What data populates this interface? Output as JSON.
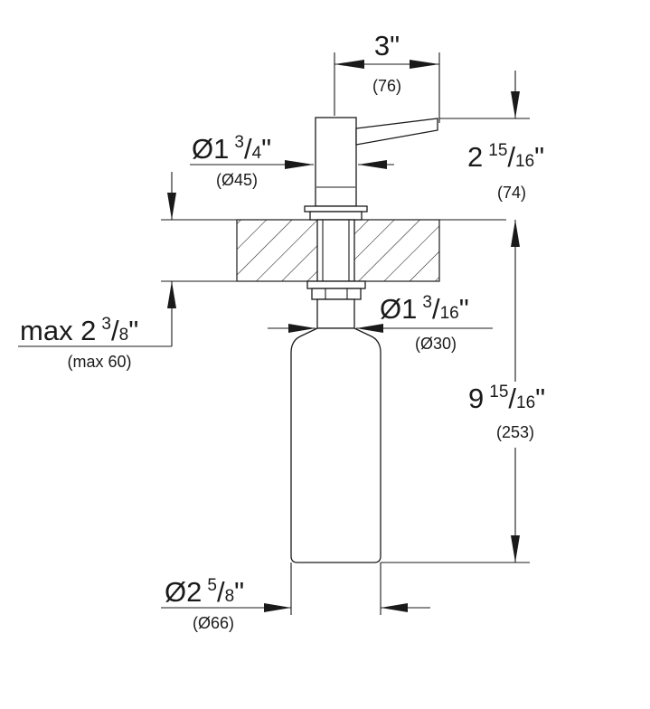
{
  "dimensions": {
    "spout_width": {
      "whole": "3",
      "unit": "\"",
      "metric": "(76)"
    },
    "head_diameter": {
      "prefix": "Ø1",
      "num": "3",
      "den": "4",
      "unit": "\"",
      "metric": "(Ø45)"
    },
    "head_height": {
      "whole": "2",
      "num": "15",
      "den": "16",
      "unit": "\"",
      "metric": "(74)"
    },
    "countertop_max": {
      "prefix": "max 2",
      "num": "3",
      "den": "8",
      "unit": "\"",
      "metric": "(max 60)"
    },
    "shank_diameter": {
      "prefix": "Ø1",
      "num": "3",
      "den": "16",
      "unit": "\"",
      "metric": "(Ø30)"
    },
    "bottle_length": {
      "whole": "9",
      "num": "15",
      "den": "16",
      "unit": "\"",
      "metric": "(253)"
    },
    "bottle_diameter": {
      "prefix": "Ø2",
      "num": "5",
      "den": "8",
      "unit": "\"",
      "metric": "(Ø66)"
    }
  },
  "colors": {
    "line": "#1a1a1a",
    "background": "#ffffff"
  }
}
